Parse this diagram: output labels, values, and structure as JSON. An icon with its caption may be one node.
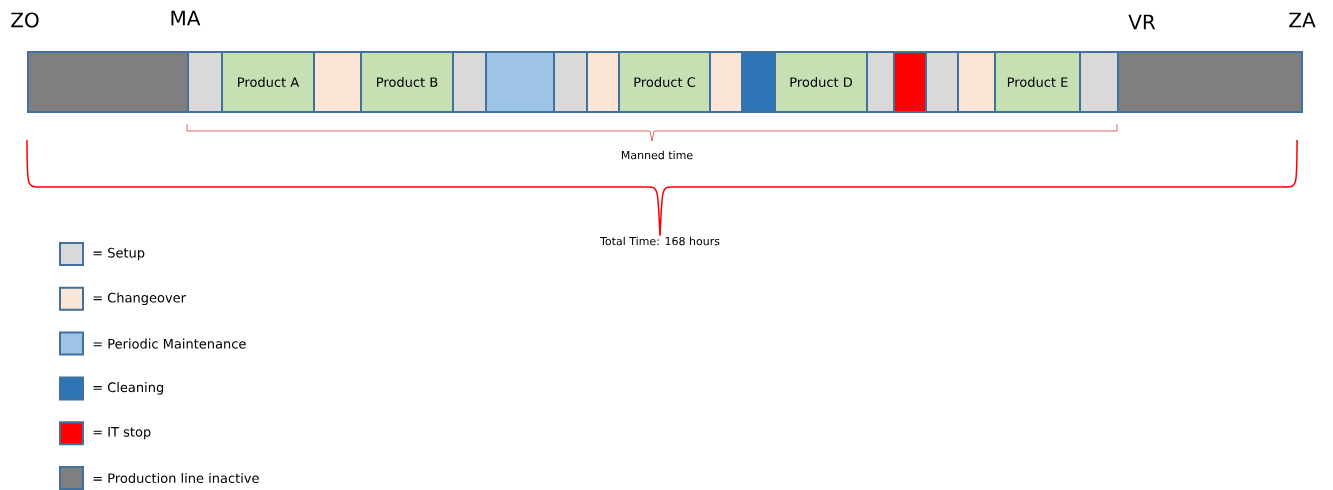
{
  "diagram": {
    "nodes": [
      {
        "text": [],
        "shape": "box"
      },
      {
        "text": [],
        "shape": "box"
      },
      {
        "text": [
          "Product A"
        ]
      },
      {
        "text": [],
        "shape": "box"
      },
      {
        "text": [
          "Product B"
        ]
      },
      {
        "text": [],
        "shape": "box"
      },
      {
        "text": [],
        "shape": "box"
      },
      {
        "text": [],
        "shape": "box"
      },
      {
        "text": [],
        "shape": "box"
      },
      {
        "text": [
          "Product C"
        ]
      },
      {
        "text": [],
        "shape": "box"
      },
      {
        "text": [],
        "shape": "box"
      },
      {
        "text": [
          "Product D"
        ]
      },
      {
        "text": [],
        "shape": "box"
      },
      {
        "text": [],
        "shape": "box"
      },
      {
        "text": [],
        "shape": "box"
      },
      {
        "text": [],
        "shape": "box"
      },
      {
        "text": [
          "Product E"
        ]
      },
      {
        "text": [],
        "shape": "box"
      },
      {
        "text": [],
        "shape": "box"
      }
    ],
    "labels": [
      "ZO",
      "MA",
      "VR",
      "ZA",
      "Manned time",
      "Total Time: 168 hours"
    ],
    "legend": [
      {
        "text": "= Setup",
        "color": "#d9d9d9"
      },
      {
        "text": "= Changeover",
        "color": "#fbe5d6"
      },
      {
        "text": "= Periodic Maintenance",
        "color": "#9dc3e6"
      },
      {
        "text": "= Cleaning",
        "color": "#2e75b6"
      },
      {
        "text": "= IT stop",
        "color": "#ff0000"
      },
      {
        "text": "= Production line inactive",
        "color": "#7f7f7f"
      }
    ]
  }
}
